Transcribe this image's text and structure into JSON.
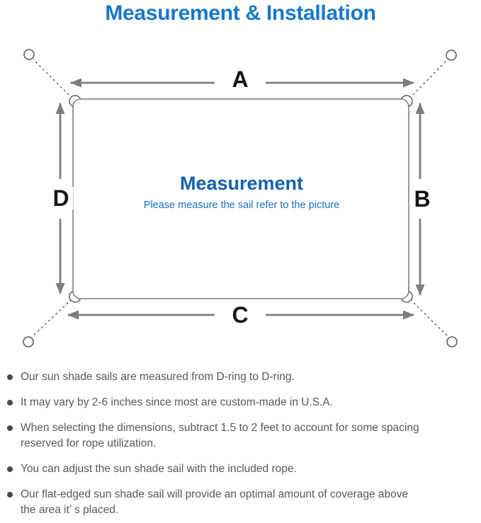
{
  "title": "Measurement & Installation",
  "diagram": {
    "label_a": "A",
    "label_b": "B",
    "label_c": "C",
    "label_d": "D",
    "center_title": "Measurement",
    "center_subtitle": "Please measure the sail refer to the picture"
  },
  "notes": [
    "Our sun shade sails are measured from D-ring to D-ring.",
    "It may vary by 2-6 inches since most are custom-made in U.S.A.",
    "When selecting the dimensions, subtract 1.5 to 2 feet to account for some spacing\nreserved for rope utilization.",
    "You can adjust the sun shade sail with the included rope.",
    "Our flat-edged sun shade sail will provide an optimal amount of coverage above\nthe area it’ s placed."
  ],
  "colors": {
    "title_blue": "#1777c9",
    "center_blue": "#1362ae",
    "subtitle_blue": "#1a70c0",
    "text_gray": "#58585a",
    "line_gray": "#7d7d7d",
    "outline_gray": "#5e5e5e",
    "letter_black": "#151515"
  }
}
